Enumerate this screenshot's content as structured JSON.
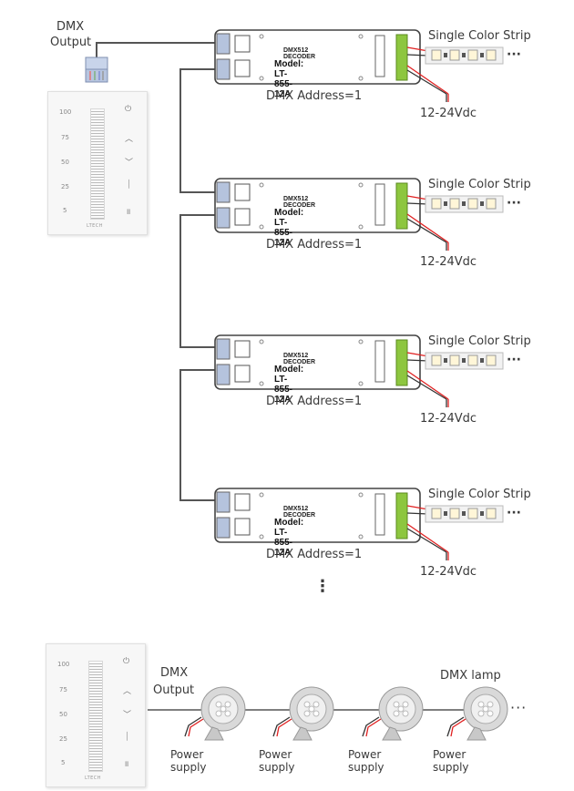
{
  "top_section": {
    "source_label_line1": "DMX",
    "source_label_line2": "Output",
    "decoders": [
      {
        "name": "DMX512 DECODER",
        "model": "Model: LT-855-12A",
        "address": "DMX Address=1",
        "strip": "Single Color Strip",
        "power": "12-24Vdc",
        "ellipsis": "···"
      },
      {
        "name": "DMX512 DECODER",
        "model": "Model: LT-855-12A",
        "address": "DMX Address=1",
        "strip": "Single Color Strip",
        "power": "12-24Vdc",
        "ellipsis": "···"
      },
      {
        "name": "DMX512 DECODER",
        "model": "Model: LT-855-12A",
        "address": "DMX Address=1",
        "strip": "Single Color Strip",
        "power": "12-24Vdc",
        "ellipsis": "···"
      },
      {
        "name": "DMX512 DECODER",
        "model": "Model: LT-855-12A",
        "address": "DMX Address=1",
        "strip": "Single Color Strip",
        "power": "12-24Vdc",
        "ellipsis": "···"
      }
    ],
    "continuation": "⋮"
  },
  "controller_panel": {
    "levels": [
      "100",
      "75",
      "50",
      "25",
      "5"
    ],
    "brand": "LTECH",
    "buttons": [
      "power-icon",
      "chevron-up-icon",
      "chevron-down-icon",
      "minus-icon",
      "pause-icon"
    ]
  },
  "bottom_section": {
    "source_label_line1": "DMX",
    "source_label_line2": "Output",
    "lamp_label": "DMX lamp",
    "ellipsis": "···",
    "lamps": [
      {
        "power_line1": "Power",
        "power_line2": "supply"
      },
      {
        "power_line1": "Power",
        "power_line2": "supply"
      },
      {
        "power_line1": "Power",
        "power_line2": "supply"
      },
      {
        "power_line1": "Power",
        "power_line2": "supply"
      }
    ]
  },
  "colors": {
    "wire": "#555555",
    "green_terminal": "#8dc63f",
    "red_wire": "#e02020",
    "connector_blue": "#9ab0d0"
  }
}
